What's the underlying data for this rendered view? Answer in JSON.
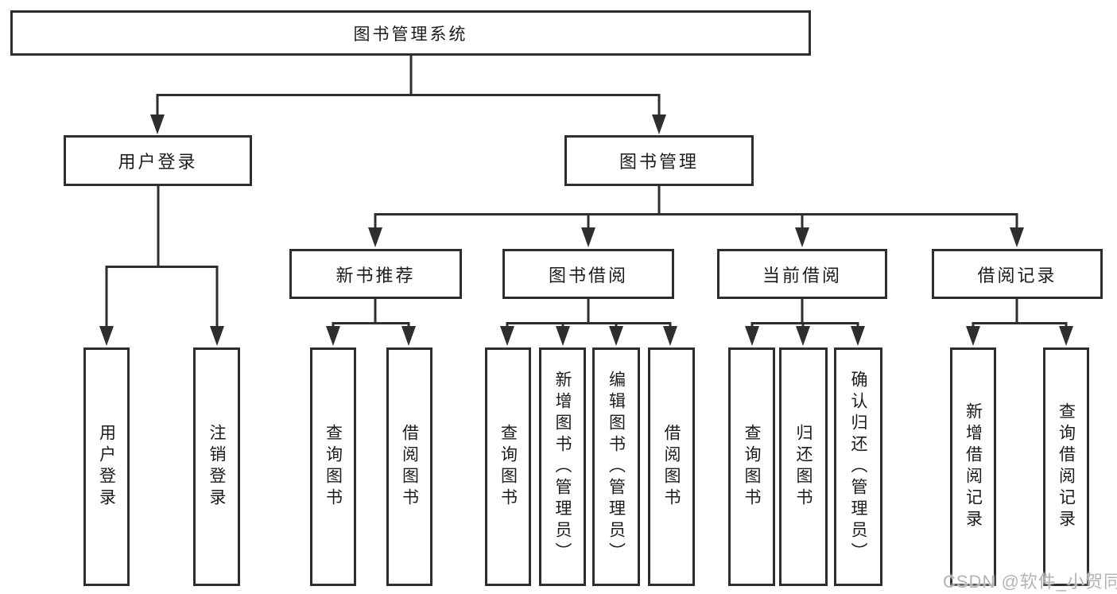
{
  "colors": {
    "line": "#2e2e2e",
    "text": "#1c1c1c",
    "watermark": "#b4b4b4",
    "background": "#ffffff"
  },
  "tree": {
    "root": "图书管理系统",
    "branches": [
      {
        "label": "用户登录",
        "children": [
          "用户登录",
          "注销登录"
        ]
      },
      {
        "label": "图书管理",
        "groups": [
          {
            "label": "新书推荐",
            "children": [
              "查询图书",
              "借阅图书"
            ]
          },
          {
            "label": "图书借阅",
            "children": [
              "查询图书",
              "新增图书（管理员）",
              "编辑图书（管理员）",
              "借阅图书"
            ]
          },
          {
            "label": "当前借阅",
            "children": [
              "查询图书",
              "归还图书",
              "确认归还（管理员）"
            ]
          },
          {
            "label": "借阅记录",
            "children": [
              "新增借阅记录",
              "查询借阅记录"
            ]
          }
        ]
      }
    ]
  },
  "watermark": "CSDN @软件_小贺同学"
}
